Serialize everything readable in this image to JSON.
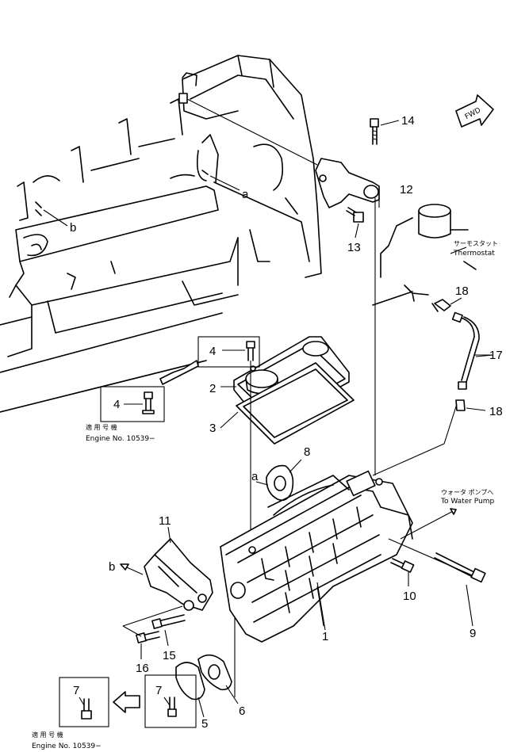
{
  "callouts": {
    "c1": "1",
    "c2": "2",
    "c3": "3",
    "c4a": "4",
    "c4b": "4",
    "c5": "5",
    "c6": "6",
    "c7a": "7",
    "c7b": "7",
    "c8": "8",
    "c9": "9",
    "c10": "10",
    "c11": "11",
    "c12": "12",
    "c13": "13",
    "c14": "14",
    "c15": "15",
    "c16": "16",
    "c17": "17",
    "c18a": "18",
    "c18b": "18"
  },
  "letters": {
    "a1": "a",
    "a2": "a",
    "b1": "b",
    "b2": "b"
  },
  "fwd_label": "FWD",
  "thermostat": {
    "jp": "サーモスタット",
    "en": "Thermostat"
  },
  "water_pump": {
    "jp": "ウォータ ポンプへ",
    "en": "To Water Pump"
  },
  "engine_note_1": {
    "jp": "適 用 号 機",
    "en": "Engine No. 10539−"
  },
  "engine_note_2": {
    "jp": "適 用 号 機",
    "en": "Engine No. 10539−"
  }
}
